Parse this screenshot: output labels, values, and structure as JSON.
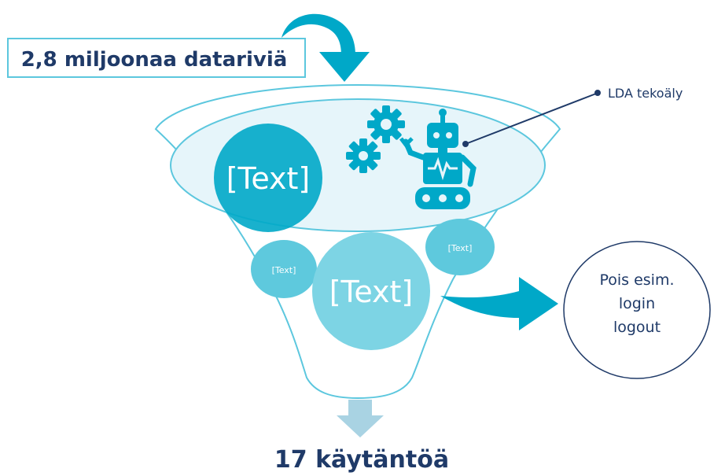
{
  "input_label": "2,8 miljoonaa datariviä",
  "callout_label": "LDA tekoäly",
  "bubbles": {
    "large_top": "[Text]",
    "small_left": "[Text]",
    "large_center": "[Text]",
    "small_right": "[Text]"
  },
  "removed_items": [
    "Pois esim.",
    "login",
    "logout"
  ],
  "output_label": "17 käytäntöä",
  "colors": {
    "navy": "#1f3a68",
    "teal": "#00a8c8",
    "teal_dark": "#0c9fbc",
    "funnel_fill": "#e6f5fa",
    "funnel_stroke": "#5cc7de",
    "bubble_light": "#5ec9dd",
    "bubble_lighter": "#7dd4e4",
    "down_arrow": "#a9d3e3"
  }
}
